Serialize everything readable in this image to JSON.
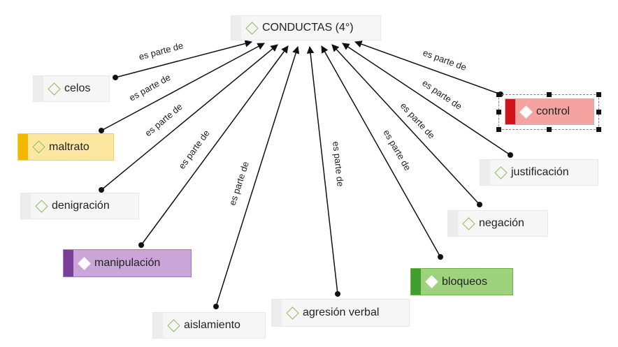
{
  "root": {
    "label": "CONDUCTAS (4°)"
  },
  "edge_label": "es parte de",
  "nodes": [
    {
      "id": "celos",
      "label": "celos"
    },
    {
      "id": "maltrato",
      "label": "maltrato"
    },
    {
      "id": "denigracion",
      "label": "denigración"
    },
    {
      "id": "manipulacion",
      "label": "manipulación"
    },
    {
      "id": "aislamiento",
      "label": "aislamiento"
    },
    {
      "id": "agresion",
      "label": "agresión verbal"
    },
    {
      "id": "bloqueos",
      "label": "bloqueos"
    },
    {
      "id": "negacion",
      "label": "negación"
    },
    {
      "id": "justificacion",
      "label": "justificación"
    },
    {
      "id": "control",
      "label": "control"
    }
  ],
  "colors": {
    "maltrato": "#fde7a1",
    "manipulacion": "#caa6d8",
    "bloqueos": "#9fd27c",
    "control": "#f4a3a0",
    "diamond": "#8fbf5e"
  }
}
